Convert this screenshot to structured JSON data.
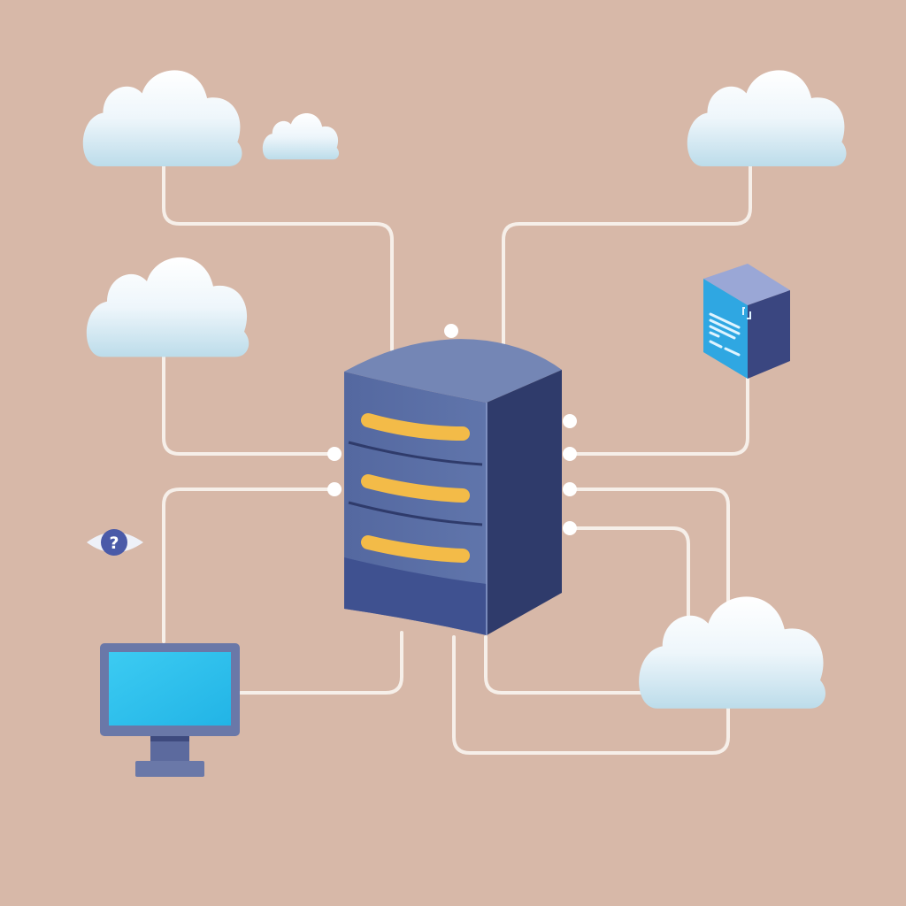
{
  "diagram": {
    "title": "Cloud server network illustration",
    "background": "#d7b8a8",
    "colors": {
      "connector": "#f6efe9",
      "server_front": "#5a6fa3",
      "server_top": "#7486b5",
      "server_side": "#2f3b6b",
      "server_light": "#f3bb48",
      "cloud_top": "#ffffff",
      "cloud_bottom": "#bcdcea",
      "screen": "#32c3ee",
      "device_frame": "#6a78a8",
      "eye_iris": "#4a5aa8"
    },
    "nodes": [
      {
        "id": "server",
        "icon": "server-icon",
        "label": "Central server"
      },
      {
        "id": "cloud-top-left",
        "icon": "cloud-icon"
      },
      {
        "id": "cloud-small",
        "icon": "cloud-icon"
      },
      {
        "id": "cloud-top-right",
        "icon": "cloud-icon"
      },
      {
        "id": "cloud-mid-left",
        "icon": "cloud-icon"
      },
      {
        "id": "cloud-bottom-right",
        "icon": "cloud-icon"
      },
      {
        "id": "document-box",
        "icon": "document-box-icon"
      },
      {
        "id": "monitor",
        "icon": "monitor-icon"
      },
      {
        "id": "eye-question",
        "icon": "eye-question-icon",
        "glyph": "?"
      }
    ],
    "connections": [
      {
        "from": "cloud-top-left",
        "to": "server"
      },
      {
        "from": "cloud-top-right",
        "to": "server"
      },
      {
        "from": "cloud-mid-left",
        "to": "server"
      },
      {
        "from": "document-box",
        "to": "server"
      },
      {
        "from": "monitor",
        "to": "server"
      },
      {
        "from": "cloud-bottom-right",
        "to": "server"
      },
      {
        "from": "eye-question",
        "to": "server"
      }
    ]
  }
}
